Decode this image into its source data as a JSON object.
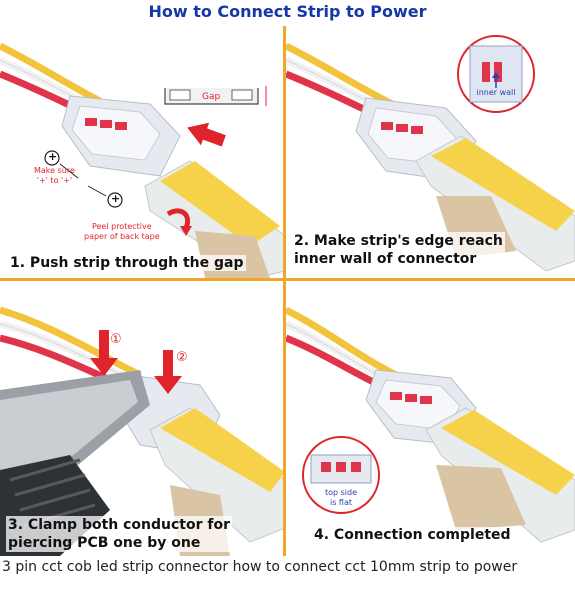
{
  "title": "How to Connect Strip to Power",
  "panels": {
    "p1": {
      "step": "1. Push strip through the gap",
      "gap_label": "Gap",
      "polarity_note_line1": "Make sure",
      "polarity_note_line2": "'+' to '+'",
      "peel_note_line1": "Peel protective",
      "peel_note_line2": "paper of back tape",
      "plus_symbol": "+"
    },
    "p2": {
      "step_line1": "2. Make strip's edge reach",
      "step_line2": "inner wall of connector",
      "callout_label": "inner wall"
    },
    "p3": {
      "step_line1": "3. Clamp both conductor for",
      "step_line2": "piercing PCB one by one",
      "marker1": "①",
      "marker2": "②"
    },
    "p4": {
      "step": "4. Connection completed",
      "callout_line1": "top side",
      "callout_line2": "is flat"
    }
  },
  "caption": "3 pin cct cob led strip connector how to connect cct 10mm strip to power",
  "colors": {
    "title": "#1438a8",
    "divider": "#f1a62a",
    "strip": "#f6d24a",
    "pcb": "#e8ecec",
    "wire_yellow": "#f3c33c",
    "wire_white": "#f2f2f2",
    "wire_red": "#e0344a",
    "accent_red": "#e0242b"
  }
}
